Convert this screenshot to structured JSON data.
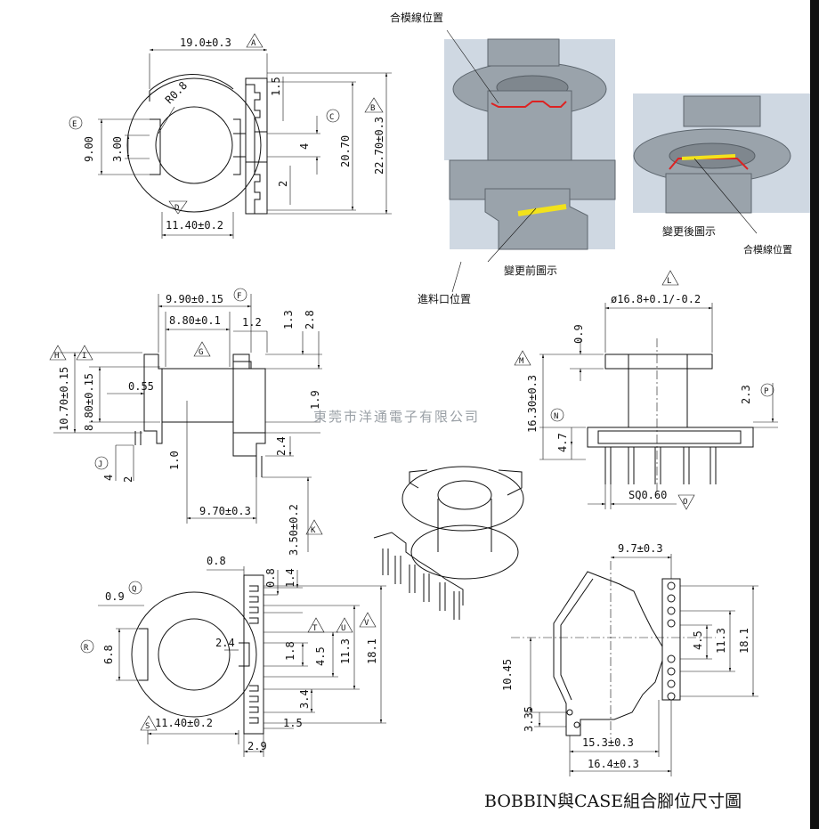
{
  "title": "BOBBIN與CASE組合腳位尺寸圖",
  "watermark": "東莞市洋通電子有限公司",
  "photos": {
    "label_parting_top": "合模線位置",
    "label_before": "變更前圖示",
    "label_gate": "進料口位置",
    "label_after": "變更後圖示",
    "label_parting_right": "合模線位置"
  },
  "top_view": {
    "width": "19.0±0.3",
    "radius": "R0.8",
    "slot_h": "9.00",
    "slot_inner": "3.00",
    "bottom_w": "11.40±0.2",
    "d1_5": "1.5",
    "d4": "4",
    "d2": "2",
    "d20_70": "20.70",
    "d22_70": "22.70±0.3",
    "tags": [
      "A",
      "B",
      "C",
      "D",
      "E"
    ]
  },
  "side_view": {
    "w9_90": "9.90±0.15",
    "w8_80": "8.80±0.1",
    "d1_2": "1.2",
    "d1_3": "1.3",
    "d2_8": "2.8",
    "h10_70": "10.70±0.15",
    "h8_80": "8.80±0.15",
    "d0_55": "0.55",
    "d1_9": "1.9",
    "d4": "4",
    "d2": "2",
    "d1_0": "1.0",
    "d2_4": "2.4",
    "w9_70": "9.70±0.3",
    "d3_50": "3.50±0.2",
    "tags": [
      "F",
      "G",
      "H",
      "I",
      "J",
      "K"
    ]
  },
  "front_view": {
    "dia": "ø16.8+0.1/-0.2",
    "d0_9": "0.9",
    "h16_30": "16.30±0.3",
    "d4_7": "4.7",
    "d2_3": "2.3",
    "sq": "SQ0.60",
    "tags": [
      "L",
      "M",
      "N",
      "O",
      "P"
    ]
  },
  "bottom_view": {
    "d0_8": "0.8",
    "d0_9": "0.9",
    "d0_8b": "0.8",
    "d1_4": "1.4",
    "d6_8": "6.8",
    "d2_4": "2.4",
    "d1_8": "1.8",
    "d4_5": "4.5",
    "d11_3": "11.3",
    "d18_1": "18.1",
    "d3_4": "3.4",
    "w11_40": "11.40±0.2",
    "d1_5": "1.5",
    "d2_9": "2.9",
    "tags": [
      "Q",
      "R",
      "S",
      "T",
      "U",
      "V"
    ]
  },
  "case_view": {
    "w9_7": "9.7±0.3",
    "d4_5": "4.5",
    "d11_3": "11.3",
    "d18_1": "18.1",
    "d10_45": "10.45",
    "d3_35": "3.35",
    "w15_3": "15.3±0.3",
    "w16_4": "16.4±0.3"
  }
}
